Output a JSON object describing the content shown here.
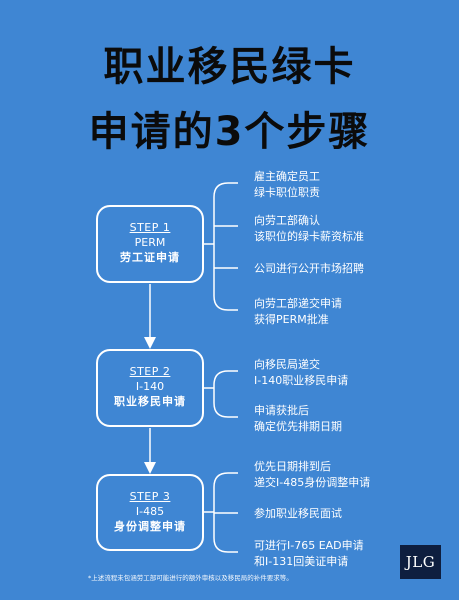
{
  "title": {
    "line1": "职业移民绿卡",
    "line2": "申请的3个步骤"
  },
  "steps": [
    {
      "label": "STEP 1",
      "code": "PERM",
      "name": "劳工证申请",
      "items": [
        [
          "雇主确定员工",
          "绿卡职位职责"
        ],
        [
          "向劳工部确认",
          "该职位的绿卡薪资标准"
        ],
        [
          "公司进行公开市场招聘"
        ],
        [
          "向劳工部递交申请",
          "获得PERM批准"
        ]
      ]
    },
    {
      "label": "STEP 2",
      "code": "I-140",
      "name": "职业移民申请",
      "items": [
        [
          "向移民局递交",
          "I-140职业移民申请"
        ],
        [
          "申请获批后",
          "确定优先排期日期"
        ]
      ]
    },
    {
      "label": "STEP 3",
      "code": "I-485",
      "name": "身份调整申请",
      "items": [
        [
          "优先日期排到后",
          "递交I-485身份调整申请"
        ],
        [
          "参加职业移民面试"
        ],
        [
          "可进行I-765 EAD申请",
          "和I-131回美证申请"
        ]
      ]
    }
  ],
  "footnote": "*上述流程未包涵劳工部可能进行的额外审核以及移民局的补件要求等。",
  "logo": "JLG",
  "colors": {
    "background": "#3f86d3",
    "title_text": "#0b0b0b",
    "line": "#ffffff",
    "logo_bg": "#0e1e3f"
  }
}
